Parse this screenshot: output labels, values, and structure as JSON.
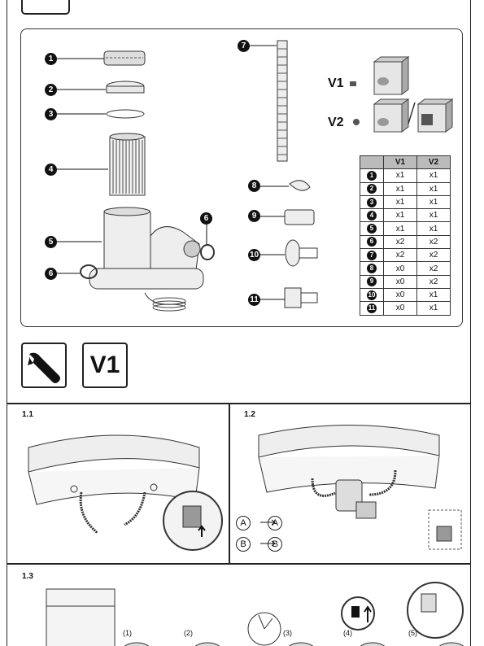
{
  "parts": {
    "labels": [
      "1",
      "2",
      "3",
      "4",
      "5",
      "6",
      "6",
      "7",
      "8",
      "9",
      "10",
      "11"
    ],
    "v1_label": "V1",
    "v2_label": "V2"
  },
  "table": {
    "headers": [
      "",
      "V1",
      "V2"
    ],
    "rows": [
      {
        "n": "1",
        "v1": "x1",
        "v2": "x1"
      },
      {
        "n": "2",
        "v1": "x1",
        "v2": "x1"
      },
      {
        "n": "3",
        "v1": "x1",
        "v2": "x1"
      },
      {
        "n": "4",
        "v1": "x1",
        "v2": "x1"
      },
      {
        "n": "5",
        "v1": "x1",
        "v2": "x1"
      },
      {
        "n": "6",
        "v1": "x2",
        "v2": "x2"
      },
      {
        "n": "7",
        "v1": "x2",
        "v2": "x2"
      },
      {
        "n": "8",
        "v1": "x0",
        "v2": "x2"
      },
      {
        "n": "9",
        "v1": "x0",
        "v2": "x2"
      },
      {
        "n": "10",
        "v1": "x0",
        "v2": "x1"
      },
      {
        "n": "11",
        "v1": "x0",
        "v2": "x1"
      }
    ]
  },
  "version_icon": "V1",
  "icons": {
    "tool": "wrench-icon"
  },
  "steps": {
    "s11": "1.1",
    "s12": "1.2",
    "s13": "1.3",
    "a": "A",
    "b": "B",
    "sub": [
      "(1)",
      "(2)",
      "(3)",
      "(4)",
      "(5)"
    ]
  }
}
